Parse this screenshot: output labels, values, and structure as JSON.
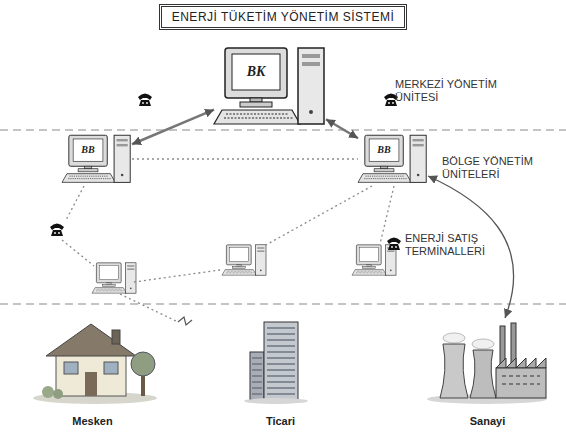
{
  "diagram": {
    "title": "ENERJİ TÜKETİM YÖNETİM SİSTEMİ",
    "nodes": [
      {
        "text": [
          "BK"
        ]
      },
      {
        "text": [
          "BB"
        ]
      },
      {
        "text": [
          "BB"
        ]
      },
      {
        "text": [
          "Mesken"
        ]
      },
      {
        "text": [
          "Ticari"
        ]
      },
      {
        "text": [
          "Sanayi"
        ]
      }
    ],
    "edges": [
      {
        "from": 0,
        "to": 1,
        "arrow": "both"
      },
      {
        "from": 0,
        "to": 2,
        "arrow": "both"
      },
      {
        "from": 1,
        "to": 2,
        "arrow": "none"
      },
      {
        "from": 2,
        "to": 5,
        "arrow": "both"
      }
    ],
    "labels": [
      "MERKEZİ YÖNETİM ÜNİTESİ",
      "BÖLGE YÖNETİM ÜNİTELERİ",
      "ENERJİ SATIŞ TERMİNALLERİ"
    ]
  }
}
